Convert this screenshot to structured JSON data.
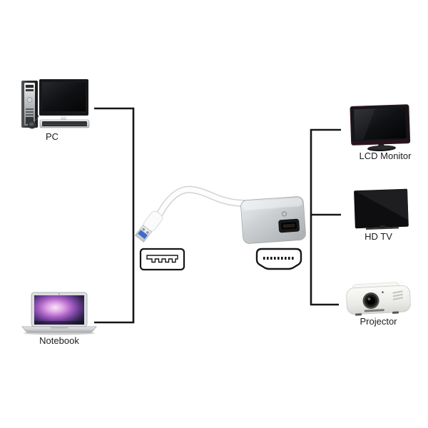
{
  "diagram": {
    "type": "usb-to-hdmi-adapter-connection-diagram",
    "sources": [
      {
        "id": "pc",
        "label": "PC"
      },
      {
        "id": "notebook",
        "label": "Notebook"
      }
    ],
    "outputs": [
      {
        "id": "lcd-monitor",
        "label": "LCD Monitor"
      },
      {
        "id": "hd-tv",
        "label": "HD TV"
      },
      {
        "id": "projector",
        "label": "Projector"
      }
    ],
    "adapter": {
      "input_icon": "usb-port-icon",
      "output_icon": "hdmi-port-icon"
    },
    "colors": {
      "background": "#ffffff",
      "connector_line": "#161616",
      "label_text": "#1c1c1c",
      "usb_blue": "#3f6cca",
      "adapter_silver": "#ccd0d2",
      "cable_white": "#fdfdfd"
    }
  }
}
